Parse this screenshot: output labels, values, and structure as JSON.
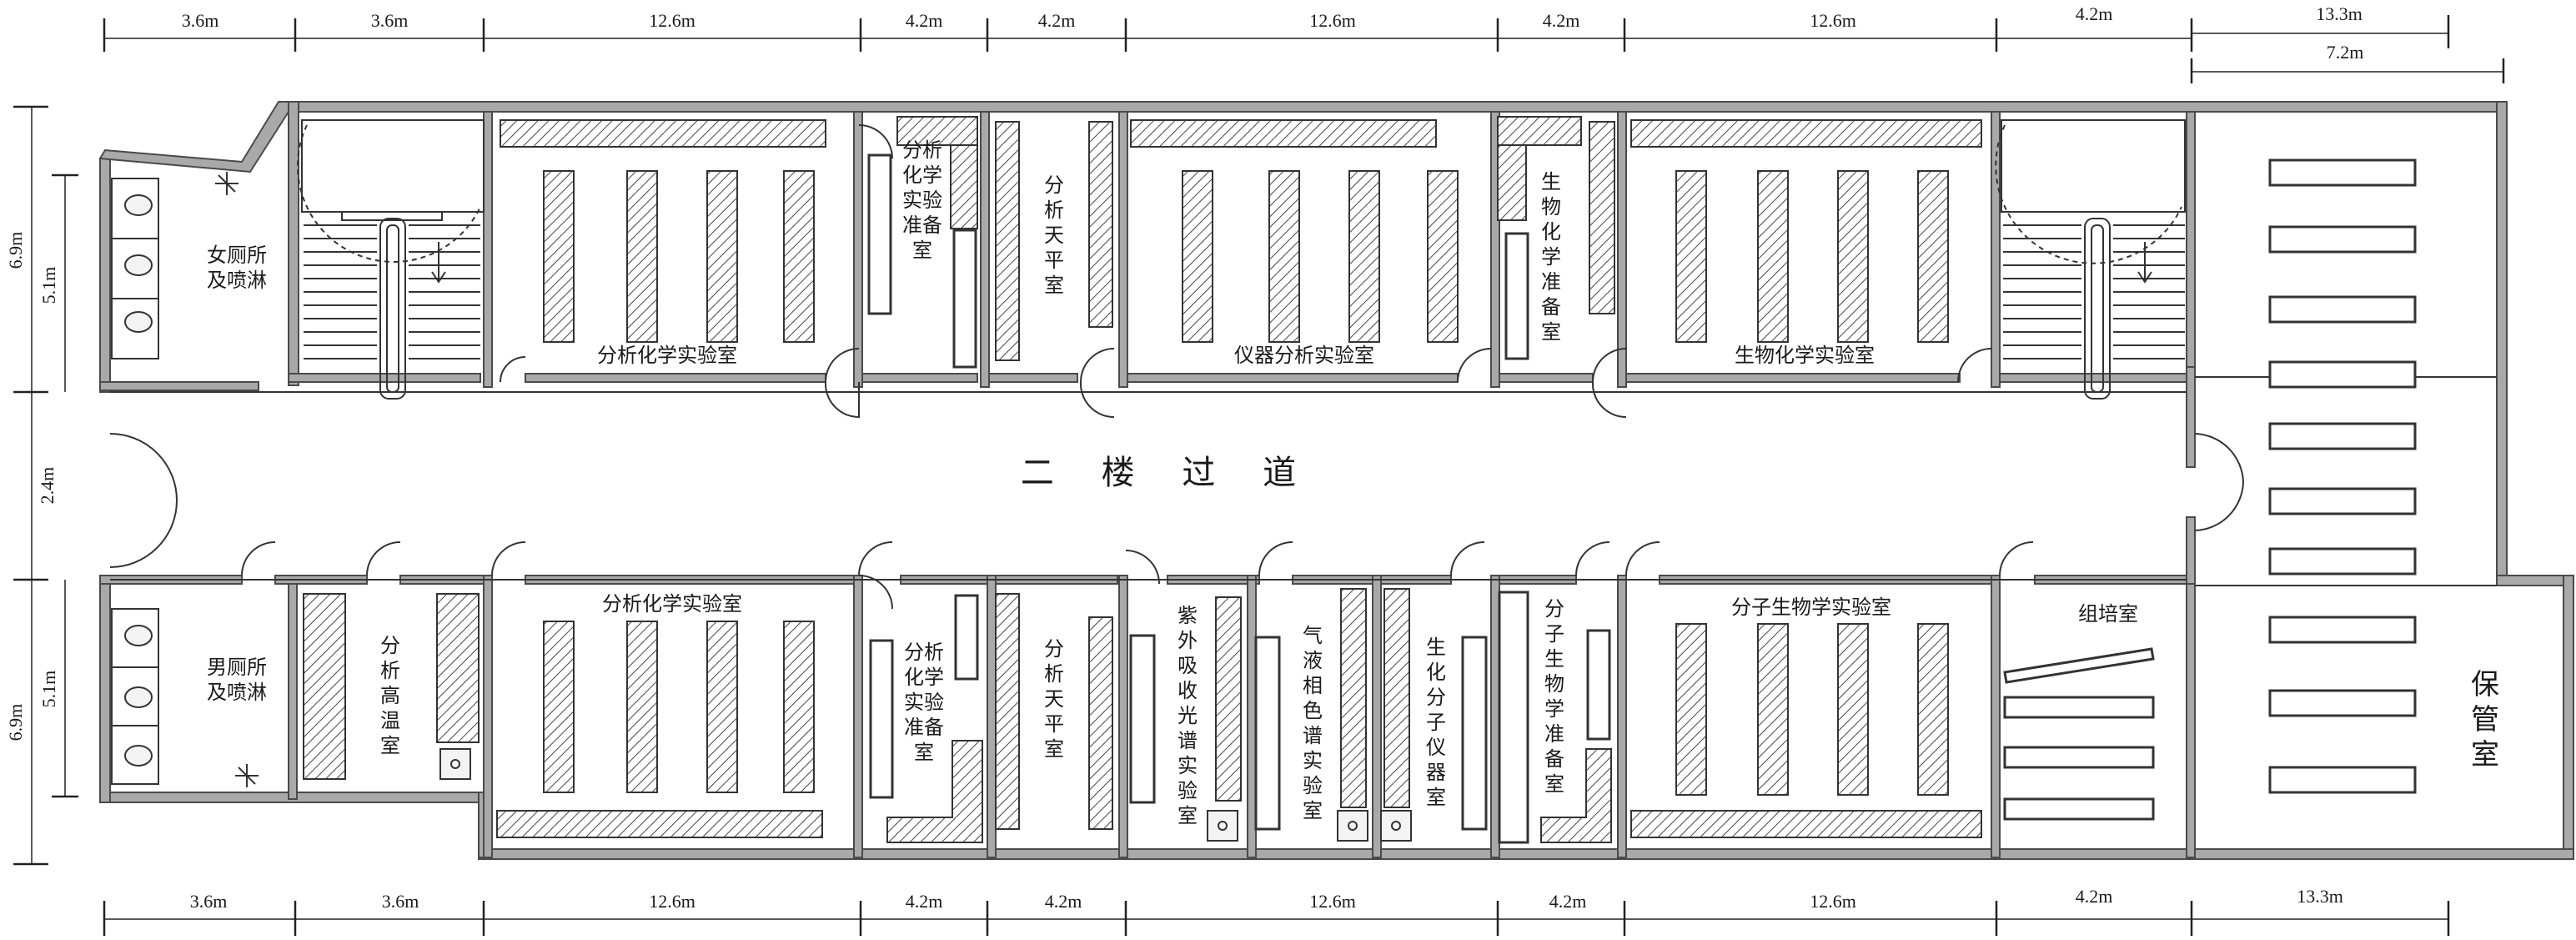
{
  "corridor": {
    "label": "二 楼 过 道"
  },
  "dimensions": {
    "top": [
      "3.6m",
      "3.6m",
      "12.6m",
      "4.2m",
      "4.2m",
      "12.6m",
      "4.2m",
      "12.6m",
      "4.2m",
      "13.3m"
    ],
    "top_sub": "7.2m",
    "bottom": [
      "3.6m",
      "3.6m",
      "12.6m",
      "4.2m",
      "4.2m",
      "12.6m",
      "4.2m",
      "12.6m",
      "4.2m",
      "13.3m"
    ],
    "left_outer": [
      "6.9m",
      "2.4m",
      "6.9m"
    ],
    "left_inner": [
      "5.1m",
      "5.1m"
    ]
  },
  "rooms": {
    "womens_wc": [
      "女厕所",
      "及喷淋"
    ],
    "mens_wc": [
      "男厕所",
      "及喷淋"
    ],
    "analytical_lab_north": "分析化学实验室",
    "analytical_prep_north": [
      "分析",
      "化学",
      "实验",
      "准备",
      "室"
    ],
    "balance_north": [
      "分",
      "析",
      "天",
      "平",
      "室"
    ],
    "instrument_lab": "仪器分析实验室",
    "biochem_prep": [
      "生",
      "物",
      "化",
      "学",
      "准",
      "备",
      "室"
    ],
    "biochem_lab": "生物化学实验室",
    "high_temp": [
      "分",
      "析",
      "高",
      "温",
      "室"
    ],
    "analytical_lab_south": "分析化学实验室",
    "analytical_prep_south": [
      "分析",
      "化学",
      "实验",
      "准备",
      "室"
    ],
    "balance_south": [
      "分",
      "析",
      "天",
      "平",
      "室"
    ],
    "uv_lab": [
      "紫",
      "外",
      "吸",
      "收",
      "光",
      "谱",
      "实",
      "验",
      "室"
    ],
    "gc_lab": [
      "气",
      "液",
      "相",
      "色",
      "谱",
      "实",
      "验",
      "室"
    ],
    "biomol_instr": [
      "生",
      "化",
      "分",
      "子",
      "仪",
      "器",
      "室"
    ],
    "molbio_prep": [
      "分",
      "子",
      "生",
      "物",
      "学",
      "准",
      "备",
      "室"
    ],
    "molbio_lab": "分子生物学实验室",
    "culture_room": "组培室",
    "storage_room": [
      "保",
      "管",
      "室"
    ]
  }
}
